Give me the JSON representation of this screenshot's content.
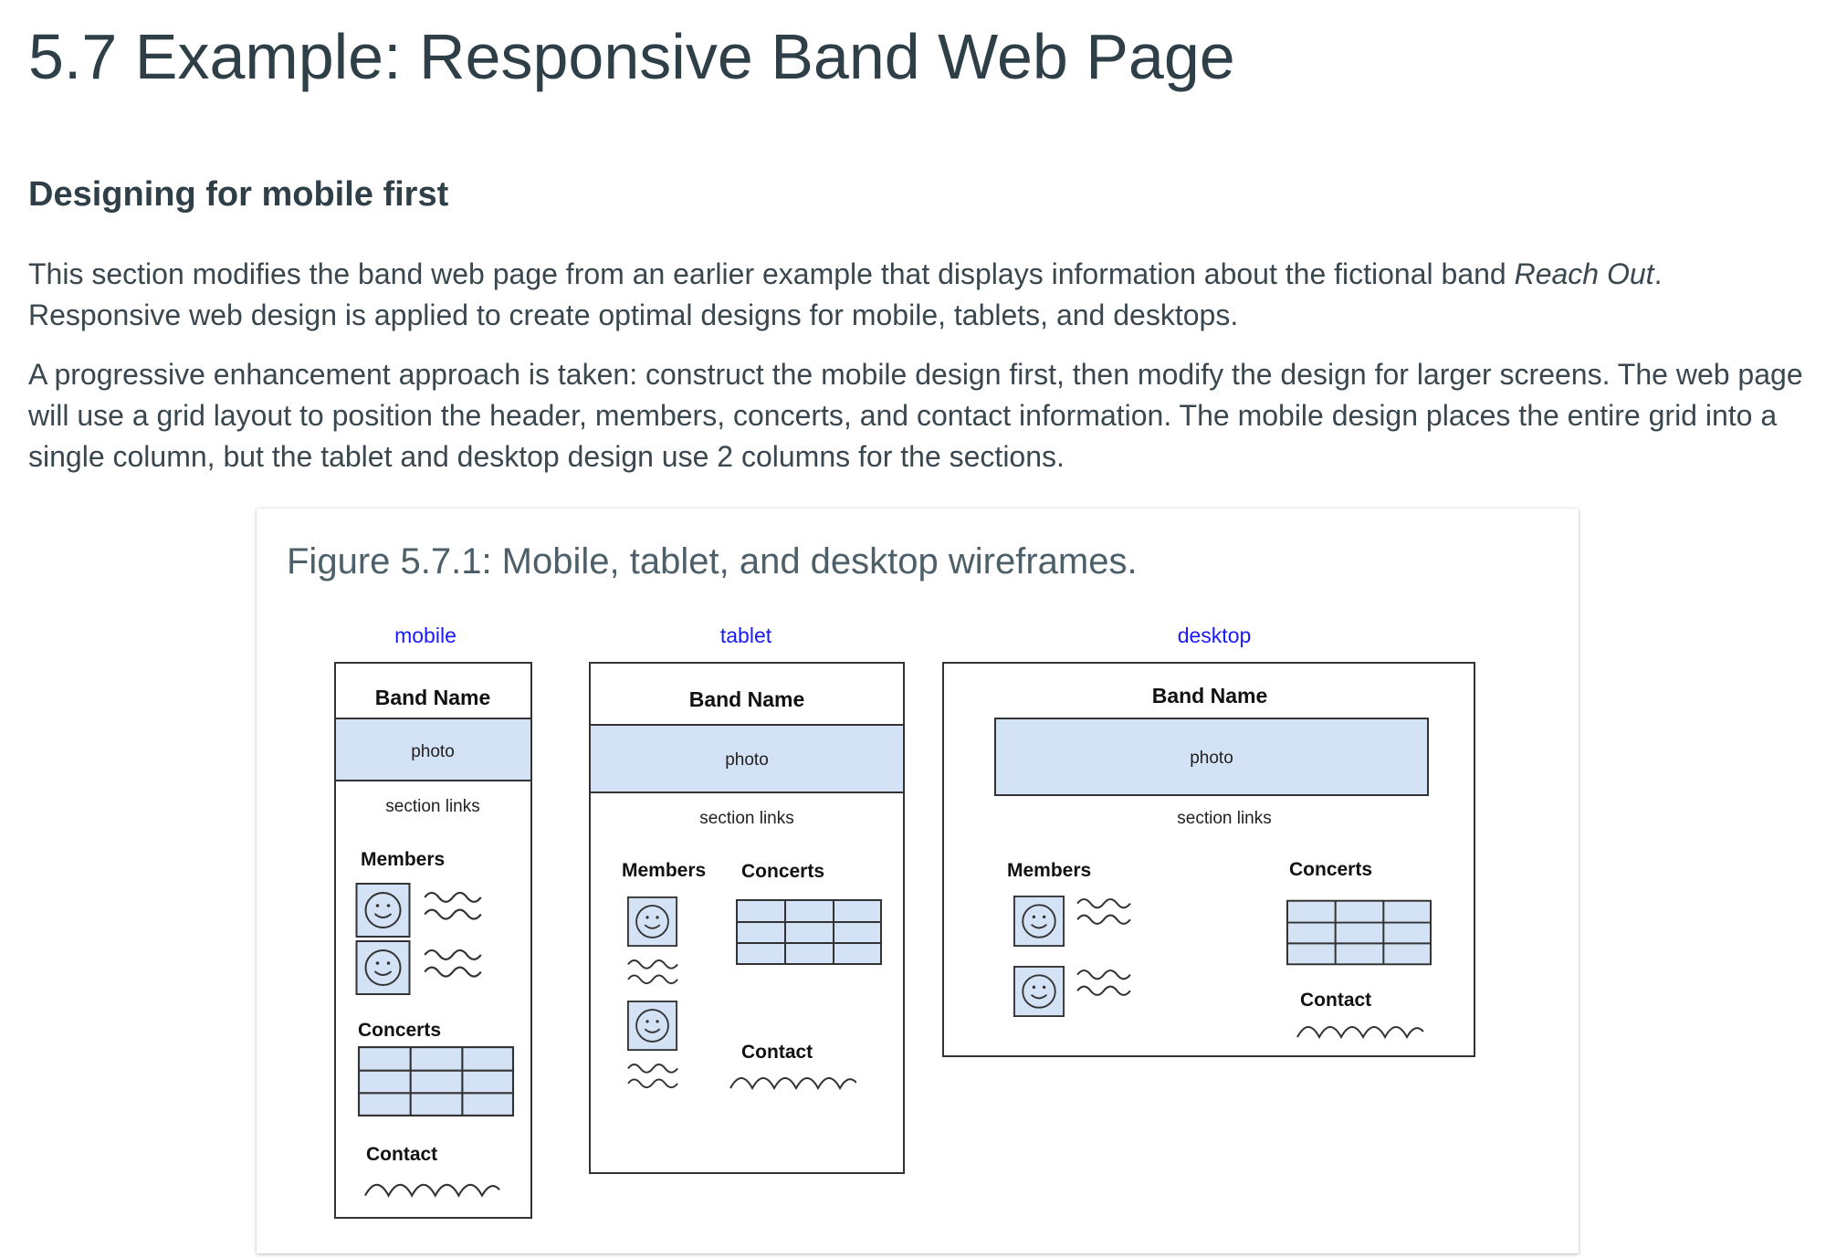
{
  "page": {
    "title": "5.7 Example: Responsive Band Web Page",
    "section_heading": "Designing for mobile first",
    "paragraph1": {
      "before": "This section modifies the band web page from an earlier example that displays information about the fictional band ",
      "band": "Reach Out",
      "after": ". Responsive web design is applied to create optimal designs for mobile, tablets, and desktops."
    },
    "paragraph2": "A progressive enhancement approach is taken: construct the mobile design first, then modify the design for larger screens. The web page will use a grid layout to position the header, members, concerts, and contact information. The mobile design places the entire grid into a single column, but the tablet and desktop design use 2 columns for the sections."
  },
  "figure": {
    "caption": "Figure 5.7.1: Mobile, tablet, and desktop wireframes.",
    "wireframes": {
      "mobile": {
        "label": "mobile",
        "band_name": "Band Name",
        "photo": "photo",
        "section_links": "section links",
        "members": "Members",
        "concerts": "Concerts",
        "contact": "Contact"
      },
      "tablet": {
        "label": "tablet",
        "band_name": "Band Name",
        "photo": "photo",
        "section_links": "section links",
        "members": "Members",
        "concerts": "Concerts",
        "contact": "Contact"
      },
      "desktop": {
        "label": "desktop",
        "band_name": "Band Name",
        "photo": "photo",
        "section_links": "section links",
        "members": "Members",
        "concerts": "Concerts",
        "contact": "Contact"
      }
    }
  },
  "colors": {
    "title_text": "#2e3f47",
    "body_text": "#3a474e",
    "device_label": "#1a1aff",
    "wireframe_fill": "#d3e2f5",
    "wireframe_stroke": "#333333"
  }
}
